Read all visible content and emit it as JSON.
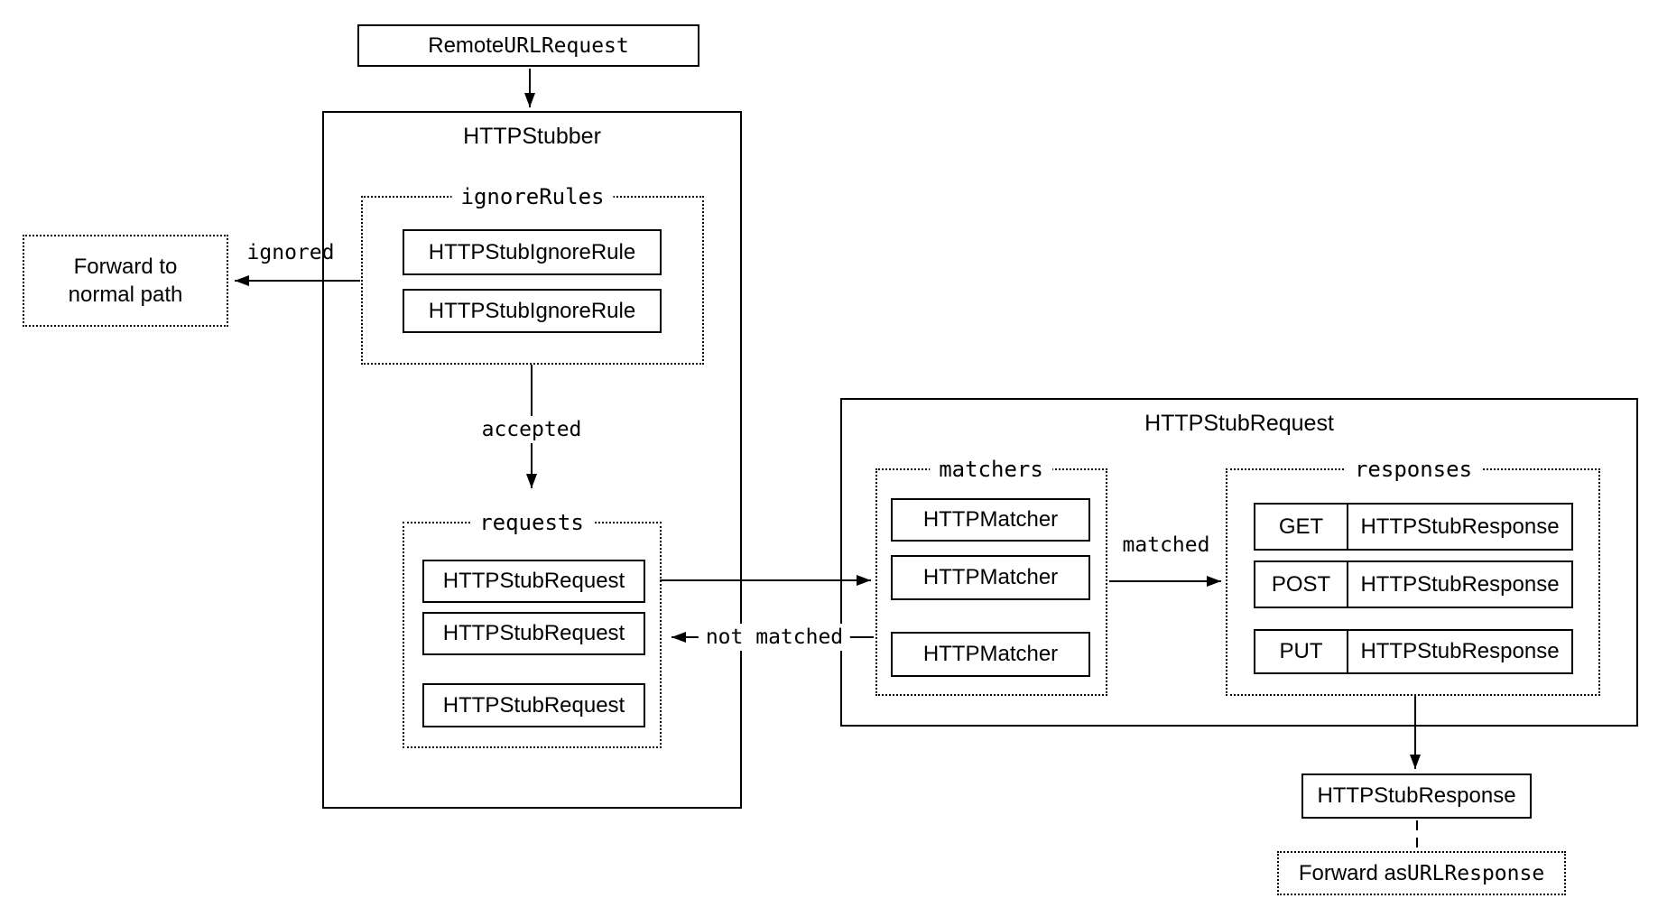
{
  "colors": {
    "background": "#ffffff",
    "stroke": "#000000",
    "text": "#000000"
  },
  "nodes": {
    "remote_request": {
      "label_sans": "Remote ",
      "label_mono": "URLRequest"
    },
    "stubber": {
      "title": "HTTPStubber"
    },
    "ignore_rules": {
      "label": "ignoreRules",
      "items": [
        "HTTPStubIgnoreRule",
        "HTTPStubIgnoreRule"
      ]
    },
    "forward_normal": {
      "line1": "Forward to",
      "line2": "normal path"
    },
    "requests": {
      "label": "requests",
      "items": [
        "HTTPStubRequest",
        "HTTPStubRequest",
        "HTTPStubRequest"
      ]
    },
    "stub_request": {
      "title": "HTTPStubRequest"
    },
    "matchers": {
      "label": "matchers",
      "items": [
        "HTTPMatcher",
        "HTTPMatcher",
        "HTTPMatcher"
      ]
    },
    "responses": {
      "label": "responses",
      "rows": [
        {
          "method": "GET",
          "value": "HTTPStubResponse"
        },
        {
          "method": "POST",
          "value": "HTTPStubResponse"
        },
        {
          "method": "PUT",
          "value": "HTTPStubResponse"
        }
      ]
    },
    "stub_response": {
      "label": "HTTPStubResponse"
    },
    "forward_response": {
      "label_sans": "Forward as ",
      "label_mono": "URLResponse"
    }
  },
  "edge_labels": {
    "ignored": "ignored",
    "accepted": "accepted",
    "matched": "matched",
    "not_matched": "not matched"
  }
}
